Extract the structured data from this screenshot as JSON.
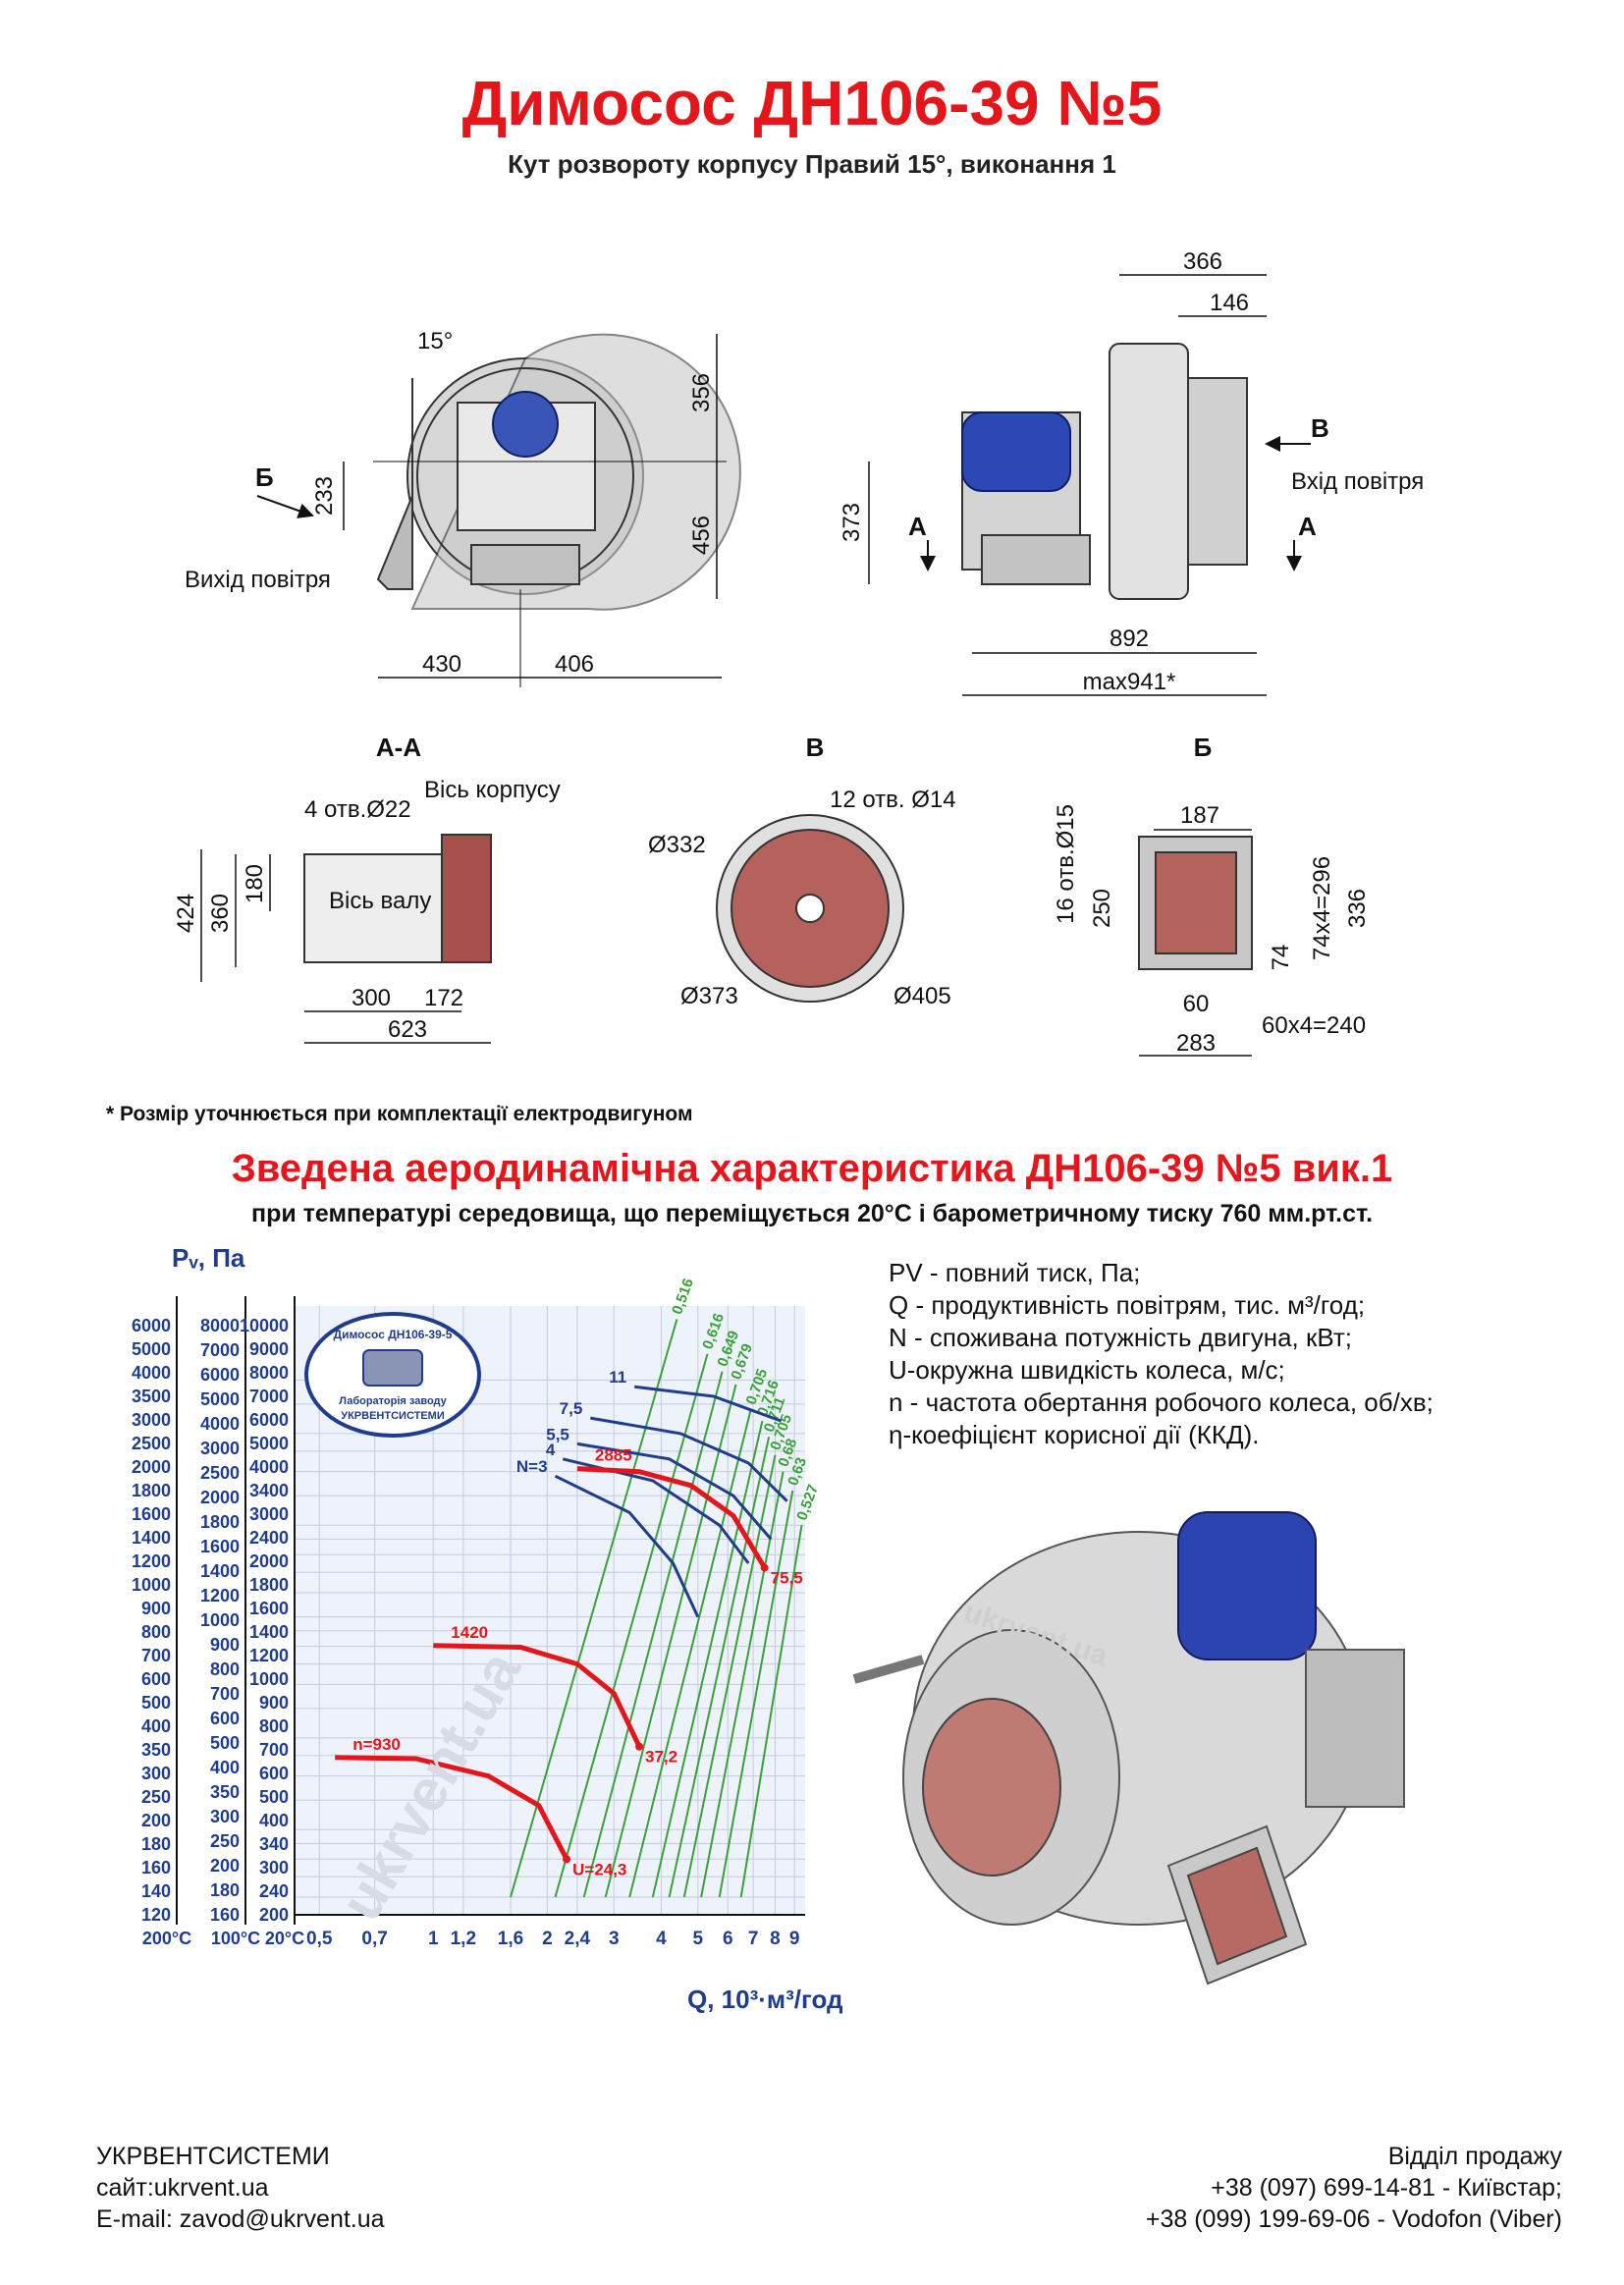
{
  "header": {
    "title": "Димосос  ДН106-39 №5",
    "subtitle": "Кут розвороту корпусу Правий 15°, виконання 1"
  },
  "drawing_front": {
    "angle": "15°",
    "dims": [
      "356",
      "456",
      "233",
      "430",
      "406"
    ],
    "arrow_label": "Б",
    "outlet_label": "Вихід повітря"
  },
  "drawing_side": {
    "dims": [
      "366",
      "146",
      "373",
      "892",
      "max941*"
    ],
    "label_b": "В",
    "label_a1": "А",
    "label_a2": "А",
    "inlet_label": "Вхід повітря"
  },
  "section_aa": {
    "title": "А-А",
    "holes": "4 отв.Ø22",
    "housing_axis": "Вісь корпусу",
    "shaft_axis": "Вісь валу",
    "dims": [
      "424",
      "360",
      "180",
      "300",
      "172",
      "623"
    ]
  },
  "section_v": {
    "title": "В",
    "holes": "12 отв. Ø14",
    "d1": "Ø332",
    "d2": "Ø373",
    "d3": "Ø405"
  },
  "section_b": {
    "title": "Б",
    "holes": "16 отв.Ø15",
    "dims": [
      "187",
      "250",
      "74x4=296",
      "336",
      "74",
      "60",
      "60x4=240",
      "283"
    ]
  },
  "watermark": "ukrvent.ua",
  "footnote": "* Розмір уточнюється при комплектації електродвигуном",
  "chart_header": {
    "title": "Зведена аеродинамічна характеристика ДН106-39 №5 вик.1",
    "subtitle": "при температурі середовища, що переміщується 20°С і барометричному тиску 760 мм.рт.ст."
  },
  "legend": [
    "PV - повний тиск, Па;",
    "Q - продуктивність повітрям, тис. м³/год;",
    "N - споживана потужність двигуна, кВт;",
    "U-окружна швидкість колеса, м/с;",
    "n - частота обертання робочого колеса, об/хв;",
    "η-коефіцієнт корисної дії (ККД)."
  ],
  "logo": {
    "line1": "Димосос ДН106-39-5",
    "line2": "Лабораторія заводу",
    "line3": "УКРВЕНТСИСТЕМИ"
  },
  "chart_data": {
    "type": "line",
    "title": "Зведена аеродинамічна характеристика ДН106-39 №5 вик.1",
    "ylabel": "Pᵥ, Па",
    "xlabel": "Q, 10³·м³/год",
    "x_scale": "log",
    "y_scale": "log",
    "y_axes": [
      {
        "name": "200°С",
        "ticks": [
          "6000",
          "5000",
          "4000",
          "3500",
          "3000",
          "2500",
          "2000",
          "1800",
          "1600",
          "1400",
          "1200",
          "1000",
          "900",
          "800",
          "700",
          "600",
          "500",
          "400",
          "350",
          "300",
          "250",
          "200",
          "180",
          "160",
          "140",
          "120"
        ]
      },
      {
        "name": "100°С",
        "ticks": [
          "8000",
          "7000",
          "6000",
          "5000",
          "4000",
          "3000",
          "2500",
          "2000",
          "1800",
          "1600",
          "1400",
          "1200",
          "1000",
          "900",
          "800",
          "700",
          "600",
          "500",
          "400",
          "350",
          "300",
          "250",
          "200",
          "180",
          "160"
        ]
      },
      {
        "name": "20°С",
        "ticks": [
          "10000",
          "9000",
          "8000",
          "7000",
          "6000",
          "5000",
          "4000",
          "3400",
          "3000",
          "2400",
          "2000",
          "1800",
          "1600",
          "1400",
          "1200",
          "1000",
          "900",
          "800",
          "700",
          "600",
          "500",
          "400",
          "340",
          "300",
          "240",
          "200"
        ]
      }
    ],
    "x_ticks": [
      "0,5",
      "0,7",
      "1",
      "1,2",
      "1,6",
      "2",
      "2,4",
      "3",
      "4",
      "5",
      "6",
      "7",
      "8",
      "9"
    ],
    "ylim": [
      105,
      10500
    ],
    "xlim": [
      0.43,
      9.6
    ],
    "series": [
      {
        "label": "2885",
        "end_label": "75,5",
        "color": "#e4161b",
        "points": [
          [
            2.4,
            3070
          ],
          [
            3.5,
            3000
          ],
          [
            4.8,
            2700
          ],
          [
            6.2,
            2150
          ],
          [
            7.5,
            1450
          ]
        ]
      },
      {
        "label": "1420",
        "end_label": "37,2",
        "color": "#e4161b",
        "points": [
          [
            1.0,
            805
          ],
          [
            1.7,
            795
          ],
          [
            2.4,
            700
          ],
          [
            3.0,
            560
          ],
          [
            3.5,
            375
          ]
        ]
      },
      {
        "label": "n=930",
        "end_label": "U=24,3",
        "color": "#e4161b",
        "points": [
          [
            0.55,
            345
          ],
          [
            0.9,
            342
          ],
          [
            1.4,
            300
          ],
          [
            1.9,
            240
          ],
          [
            2.25,
            160
          ]
        ]
      }
    ],
    "power_curves": [
      {
        "label": "11",
        "points": [
          [
            3.4,
            5700
          ],
          [
            5.5,
            5300
          ],
          [
            8.3,
            4400
          ]
        ]
      },
      {
        "label": "7,5",
        "points": [
          [
            2.6,
            4500
          ],
          [
            4.5,
            4000
          ],
          [
            6.8,
            3200
          ],
          [
            8.6,
            2400
          ]
        ]
      },
      {
        "label": "5,5",
        "points": [
          [
            2.4,
            3700
          ],
          [
            4.2,
            3300
          ],
          [
            6.2,
            2500
          ],
          [
            7.8,
            1800
          ]
        ]
      },
      {
        "label": "4",
        "points": [
          [
            2.2,
            3300
          ],
          [
            3.8,
            2800
          ],
          [
            5.7,
            2000
          ],
          [
            6.8,
            1500
          ]
        ]
      },
      {
        "label": "N=3",
        "points": [
          [
            2.1,
            2900
          ],
          [
            3.3,
            2200
          ],
          [
            4.3,
            1500
          ],
          [
            5.0,
            1000
          ]
        ]
      }
    ],
    "efficiency_lines": [
      {
        "label": "0,516",
        "points": [
          [
            1.6,
            120
          ],
          [
            4.4,
            9500
          ]
        ]
      },
      {
        "label": "0,616",
        "points": [
          [
            2.1,
            120
          ],
          [
            5.3,
            7300
          ]
        ]
      },
      {
        "label": "0,649",
        "points": [
          [
            2.5,
            120
          ],
          [
            5.8,
            6400
          ]
        ]
      },
      {
        "label": "0,679",
        "points": [
          [
            2.85,
            120
          ],
          [
            6.3,
            5800
          ]
        ]
      },
      {
        "label": "0,705",
        "points": [
          [
            3.3,
            120
          ],
          [
            6.9,
            4800
          ]
        ]
      },
      {
        "label": "0,716",
        "points": [
          [
            3.8,
            120
          ],
          [
            7.4,
            4400
          ]
        ]
      },
      {
        "label": "0,711",
        "points": [
          [
            4.2,
            120
          ],
          [
            7.7,
            3900
          ]
        ]
      },
      {
        "label": "0,705",
        "points": [
          [
            4.6,
            120
          ],
          [
            8.0,
            3400
          ]
        ]
      },
      {
        "label": "0,68",
        "points": [
          [
            5.1,
            120
          ],
          [
            8.4,
            3000
          ]
        ]
      },
      {
        "label": "0,63",
        "points": [
          [
            5.7,
            120
          ],
          [
            8.9,
            2600
          ]
        ]
      },
      {
        "label": "0,527",
        "points": [
          [
            6.5,
            120
          ],
          [
            9.4,
            2000
          ]
        ]
      }
    ]
  },
  "footer": {
    "company": "УКРВЕНТСИСТЕМИ",
    "site": "сайт:ukrvent.ua",
    "email": "E-mail: zavod@ukrvent.ua",
    "sales": "Відділ продажу",
    "phone1": "+38 (097) 699-14-81 - Київстар;",
    "phone2": "+38 (099) 199-69-06 - Vodofon (Viber)"
  },
  "colors": {
    "accent": "#e4161b",
    "blue_axis": "#1f3d8c",
    "green": "#3aa13a",
    "motor": "#2244aa"
  }
}
